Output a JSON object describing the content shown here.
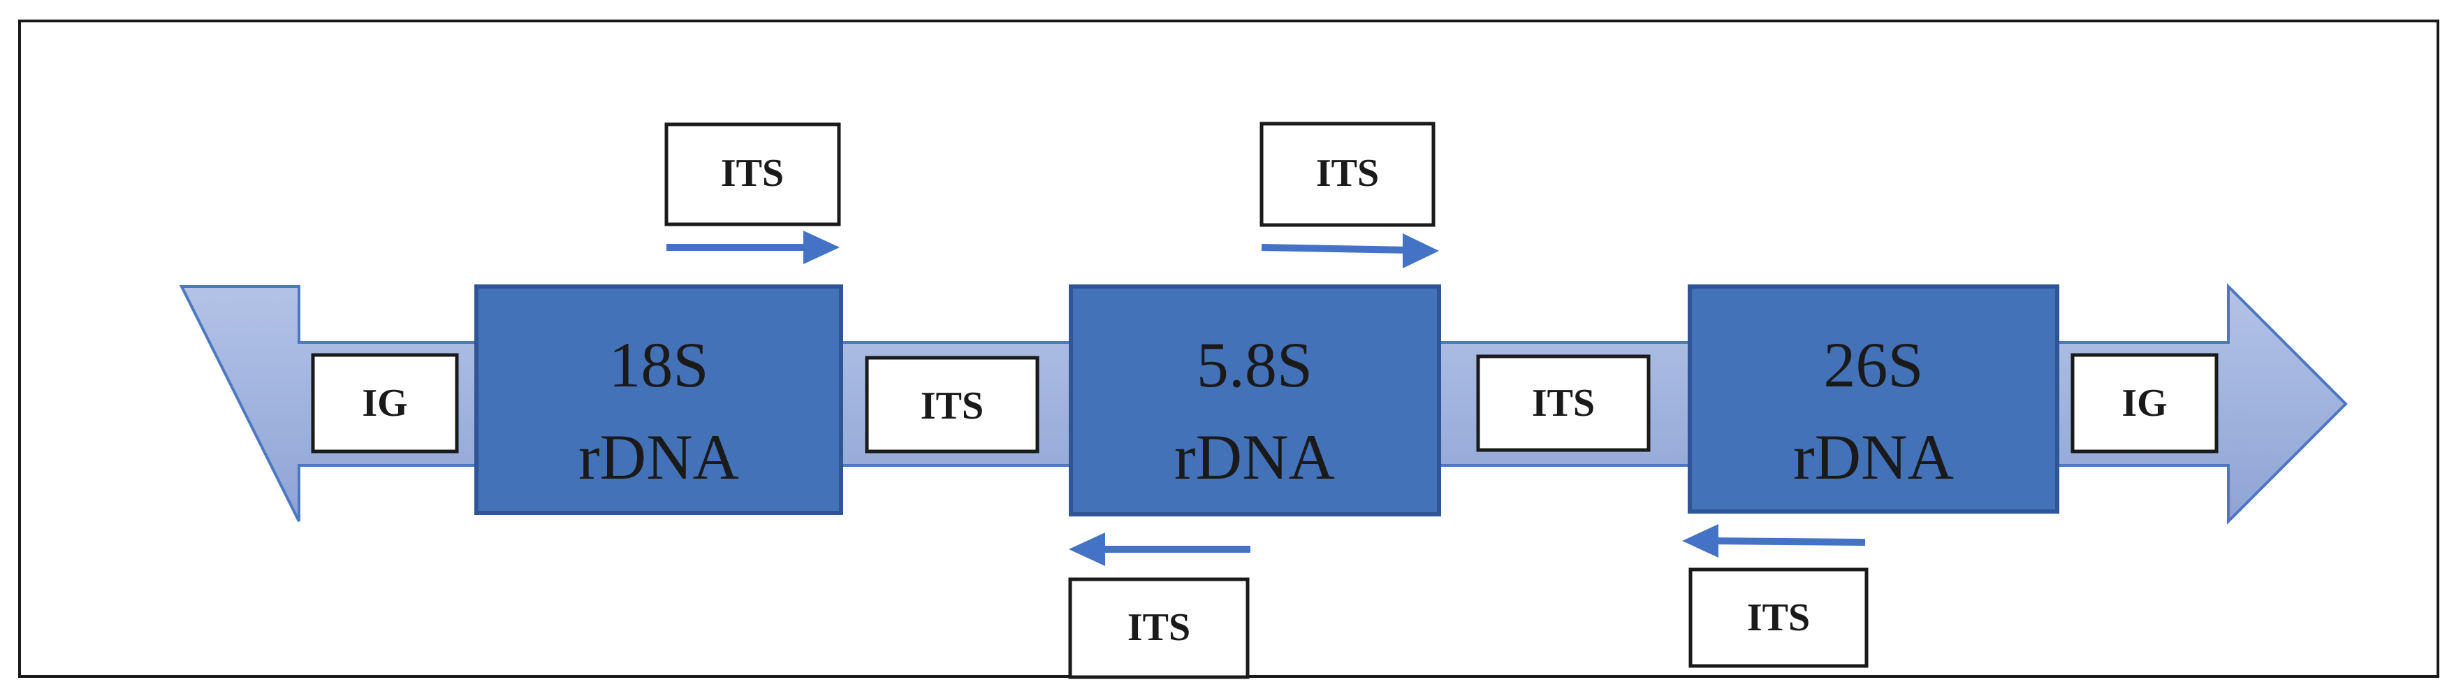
{
  "colors": {
    "band_fill": "#9aaedc",
    "band_stroke": "#4a78c2",
    "gene_fill": "#4472b8",
    "gene_stroke": "#2f5597",
    "primer_arrow": "#4472c4",
    "frame": "#1a1a1a"
  },
  "left_band_label": "IG",
  "right_band_label": "IG",
  "genes": [
    {
      "line1": "18S",
      "line2": "rDNA"
    },
    {
      "line1": "5.8S",
      "line2": "rDNA"
    },
    {
      "line1": "26S",
      "line2": "rDNA"
    }
  ],
  "spacers": [
    {
      "label": "ITS"
    },
    {
      "label": "ITS"
    }
  ],
  "primers": [
    {
      "label": "ITS",
      "direction": "forward"
    },
    {
      "label": "ITS",
      "direction": "forward"
    },
    {
      "label": "ITS",
      "direction": "reverse"
    },
    {
      "label": "ITS",
      "direction": "reverse"
    }
  ]
}
